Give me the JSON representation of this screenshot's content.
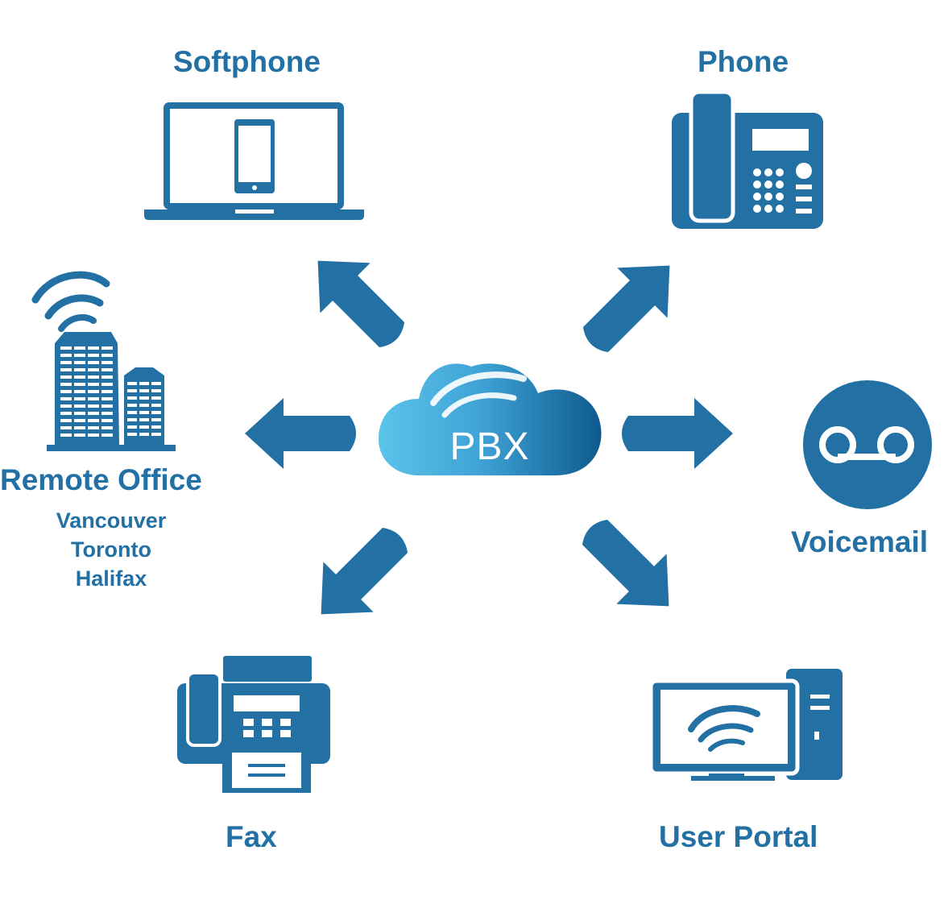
{
  "colors": {
    "primary": "#2270a4",
    "cloud_light": "#5cc3ea",
    "cloud_dark": "#0e5a8e",
    "text_on_cloud": "#ffffff"
  },
  "center": {
    "label": "PBX",
    "icon": "cloud-icon"
  },
  "nodes": {
    "softphone": {
      "label": "Softphone",
      "icon": "laptop-with-phone-icon"
    },
    "phone": {
      "label": "Phone",
      "icon": "desk-phone-icon"
    },
    "remote_office": {
      "label": "Remote Office",
      "icon": "office-buildings-icon",
      "cities": "Vancouver\nToronto\nHalifax"
    },
    "voicemail": {
      "label": "Voicemail",
      "icon": "voicemail-icon"
    },
    "fax": {
      "label": "Fax",
      "icon": "fax-machine-icon"
    },
    "user_portal": {
      "label": "User Portal",
      "icon": "desktop-computer-icon"
    }
  }
}
